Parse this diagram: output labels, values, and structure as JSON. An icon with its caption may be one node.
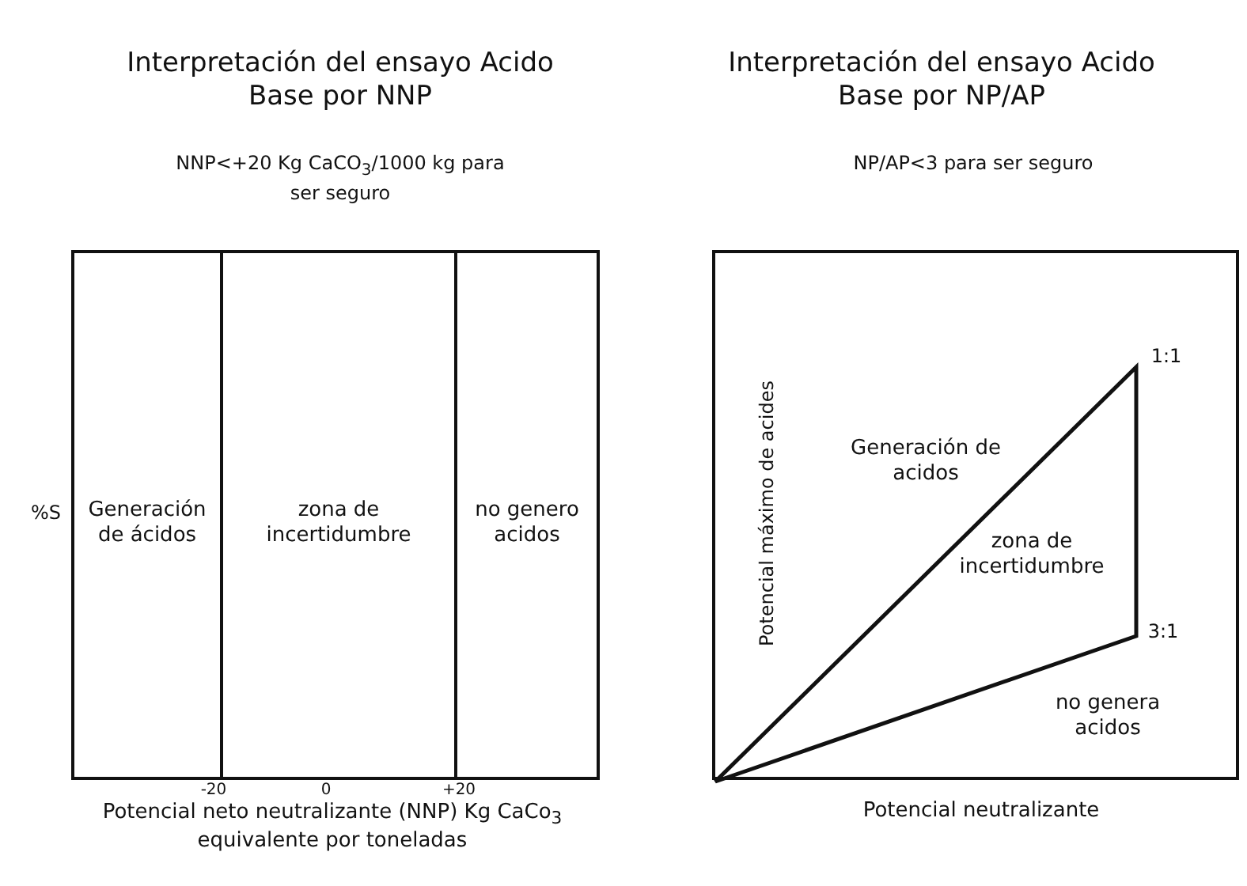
{
  "diagram": {
    "nodes": [
      {
        "text": [],
        "shape": "box"
      },
      {
        "text": [
          "Generación de ácidos"
        ],
        "in": 0
      },
      {
        "text": [
          "zona de incertidumbre"
        ],
        "in": 0
      },
      {
        "text": [
          "no genero acidos"
        ],
        "in": 0
      },
      {
        "text": [],
        "shape": "box"
      },
      {
        "text": [
          "zona de incertidumbre"
        ],
        "in": 4
      }
    ],
    "labels": [
      "Interpretación del ensayo Acido Base por NNP",
      "Interpretación del ensayo Acido Base por NP/AP",
      "NNP<+20 Kg CaCO$_{3}$/1000 kg para ser seguro",
      "NP/AP<3 para ser seguro",
      "%S",
      "Potencial máximo de acides",
      "1:1",
      "Generación de acidos",
      "3:1",
      "no genera acidos",
      "-20",
      "0",
      "+20",
      "Potencial neto neutralizante (NNP) Kg CaCo$_{3}$ equivalente por toneladas",
      "Potencial neutralizante"
    ]
  }
}
